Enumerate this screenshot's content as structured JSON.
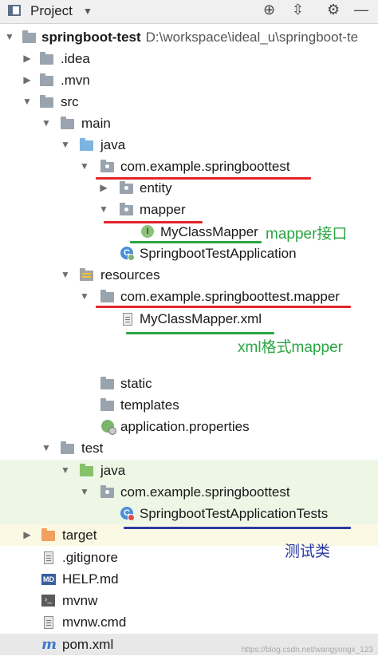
{
  "header": {
    "title": "Project",
    "icons": [
      "window-icon",
      "chevron-down-icon",
      "target-icon",
      "collapse-icon",
      "gear-icon",
      "hide-icon"
    ]
  },
  "tree": [
    {
      "label": "springboot-test",
      "path": "D:\\workspace\\ideal_u\\springboot-te",
      "icon": "module-folder-icon",
      "expanded": true
    },
    {
      "label": ".idea",
      "icon": "folder-icon",
      "expanded": false
    },
    {
      "label": ".mvn",
      "icon": "folder-icon",
      "expanded": false
    },
    {
      "label": "src",
      "icon": "folder-icon",
      "expanded": true
    },
    {
      "label": "main",
      "icon": "folder-icon",
      "expanded": true
    },
    {
      "label": "java",
      "icon": "source-folder-icon",
      "expanded": true
    },
    {
      "label": "com.example.springboottest",
      "icon": "package-icon",
      "expanded": true
    },
    {
      "label": "entity",
      "icon": "package-icon",
      "expanded": false
    },
    {
      "label": "mapper",
      "icon": "package-icon",
      "expanded": true
    },
    {
      "label": "MyClassMapper",
      "icon": "interface-icon"
    },
    {
      "label": "SpringbootTestApplication",
      "icon": "spring-class-icon"
    },
    {
      "label": "resources",
      "icon": "resources-folder-icon",
      "expanded": true
    },
    {
      "label": "com.example.springboottest.mapper",
      "icon": "folder-icon",
      "expanded": true
    },
    {
      "label": "MyClassMapper.xml",
      "icon": "xml-file-icon"
    },
    {
      "label": "static",
      "icon": "folder-icon"
    },
    {
      "label": "templates",
      "icon": "folder-icon"
    },
    {
      "label": "application.properties",
      "icon": "properties-icon"
    },
    {
      "label": "test",
      "icon": "folder-icon",
      "expanded": true
    },
    {
      "label": "java",
      "icon": "test-source-folder-icon",
      "expanded": true
    },
    {
      "label": "com.example.springboottest",
      "icon": "package-icon",
      "expanded": true
    },
    {
      "label": "SpringbootTestApplicationTests",
      "icon": "test-class-icon"
    },
    {
      "label": "target",
      "icon": "excluded-folder-icon",
      "expanded": false
    },
    {
      "label": ".gitignore",
      "icon": "file-icon"
    },
    {
      "label": "HELP.md",
      "icon": "markdown-icon"
    },
    {
      "label": "mvnw",
      "icon": "terminal-icon"
    },
    {
      "label": "mvnw.cmd",
      "icon": "file-icon"
    },
    {
      "label": "pom.xml",
      "icon": "maven-icon"
    }
  ],
  "annotations": {
    "mapper": "mapper接口",
    "xml": "xml格式mapper",
    "test": "测试类"
  },
  "watermark": "https://blog.csdn.net/wangyongx_123",
  "colors": {
    "red_underline": "#e3252c",
    "green_underline": "#2aa543",
    "blue_underline": "#2b3aa0",
    "test_band": "#eef6e6",
    "target_band": "#fbf9e3"
  }
}
